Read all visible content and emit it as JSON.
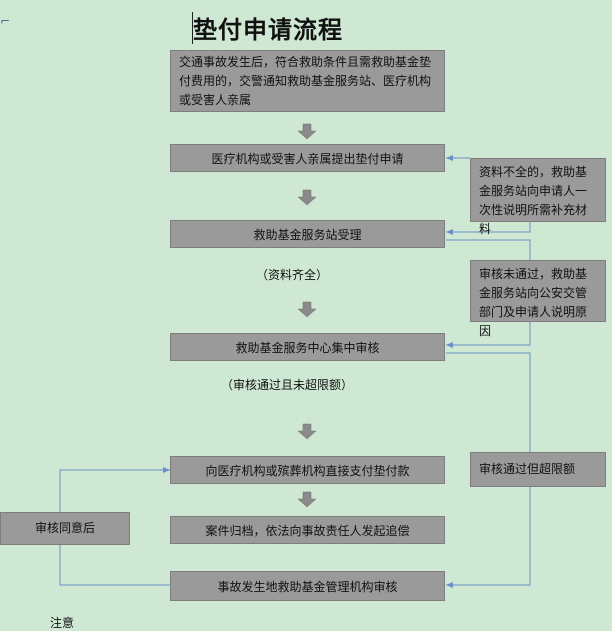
{
  "title": "垫付申请流程",
  "boxes": {
    "step1": "交通事故发生后，符合救助条件且需救助基金垫付费用的，交警通知救助基金服务站、医疗机构或受害人亲属",
    "step2": "医疗机构或受害人亲属提出垫付申请",
    "step3": "救助基金服务站受理",
    "step4": "救助基金服务中心集中审核",
    "step5": "向医疗机构或殡葬机构直接支付垫付款",
    "step6": "案件归档，依法向事故责任人发起追偿",
    "step7": "事故发生地救助基金管理机构审核"
  },
  "side_boxes": {
    "incomplete": "资料不全的，救助基金服务站向申请人一次性说明所需补充材料",
    "rejected": "审核未通过，救助基金服务站向公安交管部门及申请人说明原因",
    "over_limit": "审核通过但超限额",
    "approved_after": "审核同意后"
  },
  "notes": {
    "complete": "（资料齐全）",
    "passed": "（审核通过且未超限额）"
  },
  "partial_text": "注意",
  "colors": {
    "background": "#cfe8d4",
    "box": "#9a9a9a",
    "connector": "#6a8fc8",
    "arrow": "#8a8a8a"
  }
}
